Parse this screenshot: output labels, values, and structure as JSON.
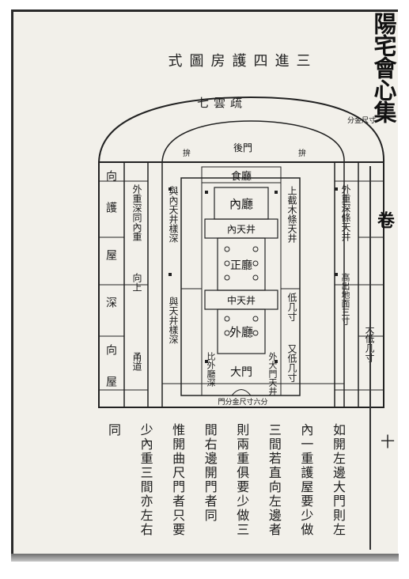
{
  "side_title": "陽宅會心集",
  "side_section": "卷",
  "side_page": "十",
  "plan_title": "三進四護房圖式",
  "plan_label": "疏雲七",
  "labels": {
    "hou_men": "後門",
    "nei_ting": "內廳",
    "shi_ting": "食廳",
    "zheng_ting": "正廳",
    "wai_ting": "外廳",
    "da_men": "大門",
    "nei_tian_jing": "內天井",
    "zhong_tian_jing": "中天井",
    "corner_tl": "拚",
    "corner_tr": "拚",
    "corner_note": "分金尺寸",
    "left_upper": "與內天井樣深",
    "left_lower": "與天井樣深",
    "right_upper": "上截木條天井",
    "right_mid": "低几寸",
    "right_low": "又低几寸",
    "inner_left": "外重深同內重",
    "inner_right": "外重深條天井",
    "mid_left": "向上",
    "mid_right": "高出地面三寸",
    "front_left_mid": "比外廳深",
    "front_right_mid": "外大門天井",
    "front_left_bottom": "甬道",
    "outer_left_1": "向",
    "outer_left_2": "護",
    "outer_left_3": "屋",
    "outer_left_4": "深",
    "outer_left_5": "向",
    "outer_left_6": "屋",
    "outer_right": "大低几寸",
    "bottom_row": "門分金尺寸六分"
  },
  "notes": [
    "如開左邊大門則左",
    "內一重護屋要少做",
    "三間若直向左邊者",
    "則兩重俱要少做三",
    "間右邊開門者同",
    "惟開曲尺門者只要",
    "少內重三間亦左右",
    "同"
  ]
}
